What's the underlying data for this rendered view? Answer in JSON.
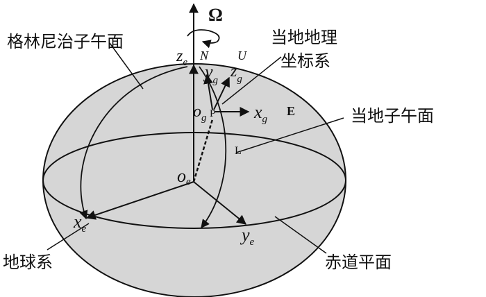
{
  "labels": {
    "omega": "Ω",
    "greenwich_meridian": "格林尼治子午面",
    "local_geographic_line1": "当地地理",
    "local_geographic_line2": "坐标系",
    "local_meridian": "当地子午面",
    "earth_frame": "地球系",
    "equator_plane": "赤道平面",
    "axis_ze": "z",
    "axis_ze_sub": "e",
    "N": "N",
    "U": "U",
    "axis_yg": "y",
    "axis_yg_sub": "g",
    "axis_zg": "z",
    "axis_zg_sub": "g",
    "origin_g": "o",
    "origin_g_sub": "g",
    "point_P": "P",
    "axis_xg": "x",
    "axis_xg_sub": "g",
    "E": "E",
    "L": "L",
    "origin_e": "o",
    "origin_e_sub": "e",
    "axis_xe": "x",
    "axis_xe_sub": "e",
    "axis_ye": "y",
    "axis_ye_sub": "e"
  },
  "colors": {
    "sphere_fill": "#d6d6d6",
    "stroke": "#111111"
  }
}
